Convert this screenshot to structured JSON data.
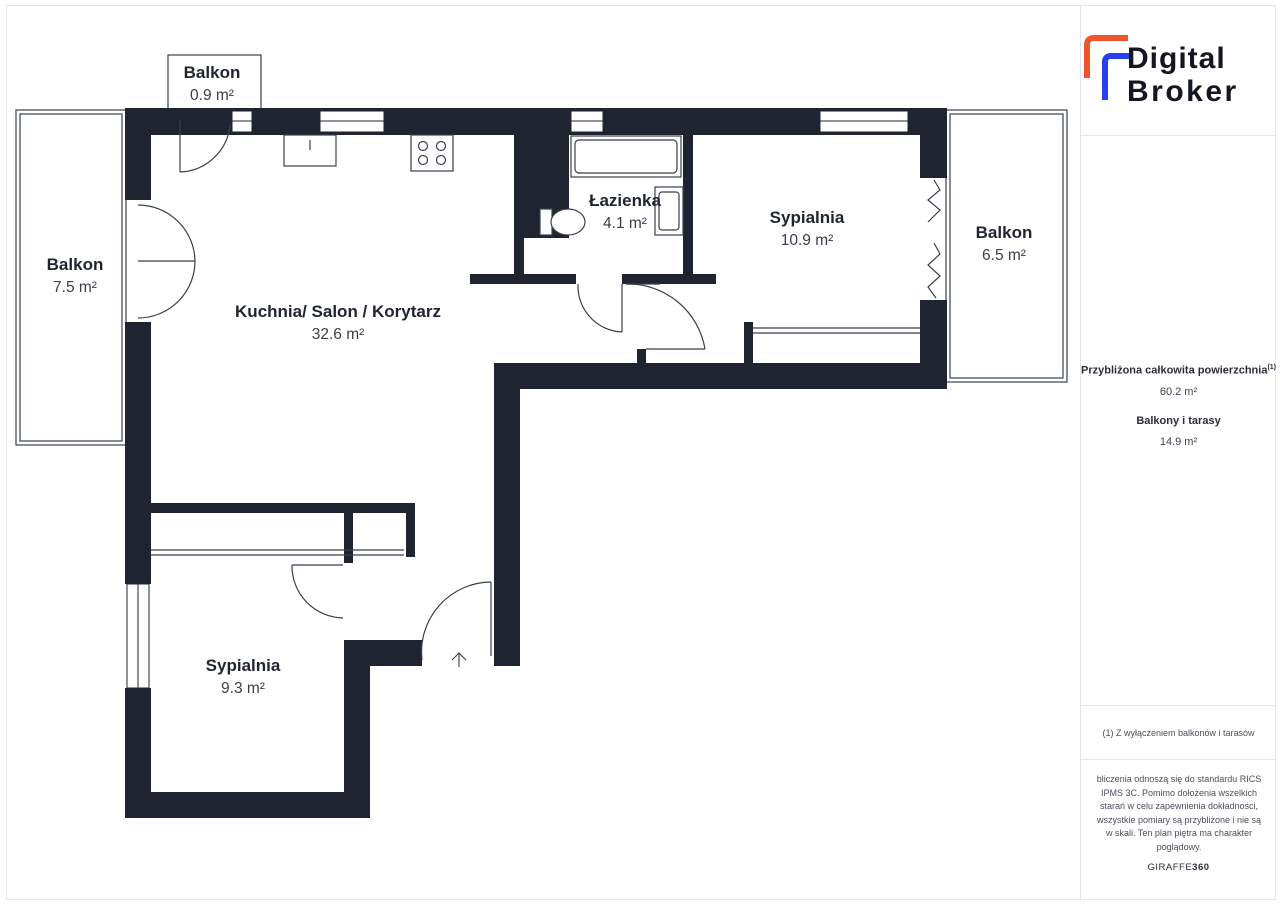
{
  "rooms": [
    {
      "name": "Balkon",
      "area": "0.9 m²"
    },
    {
      "name": "Balkon",
      "area": "7.5 m²"
    },
    {
      "name": "Kuchnia/ Salon / Korytarz",
      "area": "32.6 m²"
    },
    {
      "name": "Łazienka",
      "area": "4.1 m²"
    },
    {
      "name": "Sypialnia",
      "area": "10.9 m²"
    },
    {
      "name": "Balkon",
      "area": "6.5 m²"
    },
    {
      "name": "Sypialnia",
      "area": "9.3 m²"
    }
  ],
  "brand": {
    "line1": "Digital",
    "line2": "Broker",
    "colors": {
      "accent1": "#f0542a",
      "accent2": "#2a3ff0"
    }
  },
  "summary": {
    "total_label": "Przybliżona całkowita powierzchnia",
    "total_note_mark": "(1)",
    "total_value": "60.2 m²",
    "balconies_label": "Balkony i tarasy",
    "balconies_value": "14.9 m²"
  },
  "footnote": "(1) Z wyłączeniem balkonów i tarasów",
  "disclaimer": "bliczenia odnoszą się do standardu RICS IPMS 3C. Pomimo dołożenia wszelkich starań w celu zapewnienia dokładności, wszystkie pomiary są przybliżone i nie są w skali. Ten plan piętra ma charakter poglądowy.",
  "credit": {
    "prefix": "GIRAFFE",
    "suffix": "360"
  },
  "colors": {
    "wall": "#1f2430",
    "thin_line": "#3a3f4b"
  },
  "icons": [
    "entrance-arrow-icon"
  ]
}
